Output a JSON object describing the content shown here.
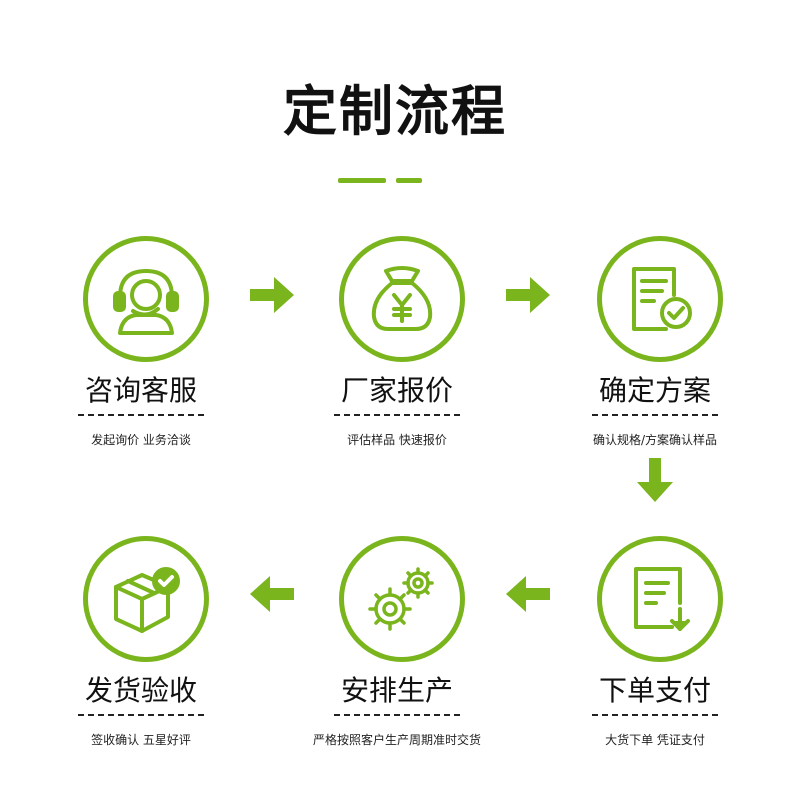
{
  "title": "定制流程",
  "accent_color": "#7ab51d",
  "steps": [
    {
      "title": "咨询客服",
      "subtitle": "发起询价 业务洽谈",
      "icon": "customer-service-headset-icon"
    },
    {
      "title": "厂家报价",
      "subtitle": "评估样品 快速报价",
      "icon": "money-bag-icon"
    },
    {
      "title": "确定方案",
      "subtitle": "确认规格/方案确认样品",
      "icon": "document-check-icon"
    },
    {
      "title": "发货验收",
      "subtitle": "签收确认 五星好评",
      "icon": "package-check-icon"
    },
    {
      "title": "安排生产",
      "subtitle": "严格按照客户生产周期准时交货",
      "icon": "gears-icon"
    },
    {
      "title": "下单支付",
      "subtitle": "大货下单 凭证支付",
      "icon": "order-download-icon"
    }
  ]
}
